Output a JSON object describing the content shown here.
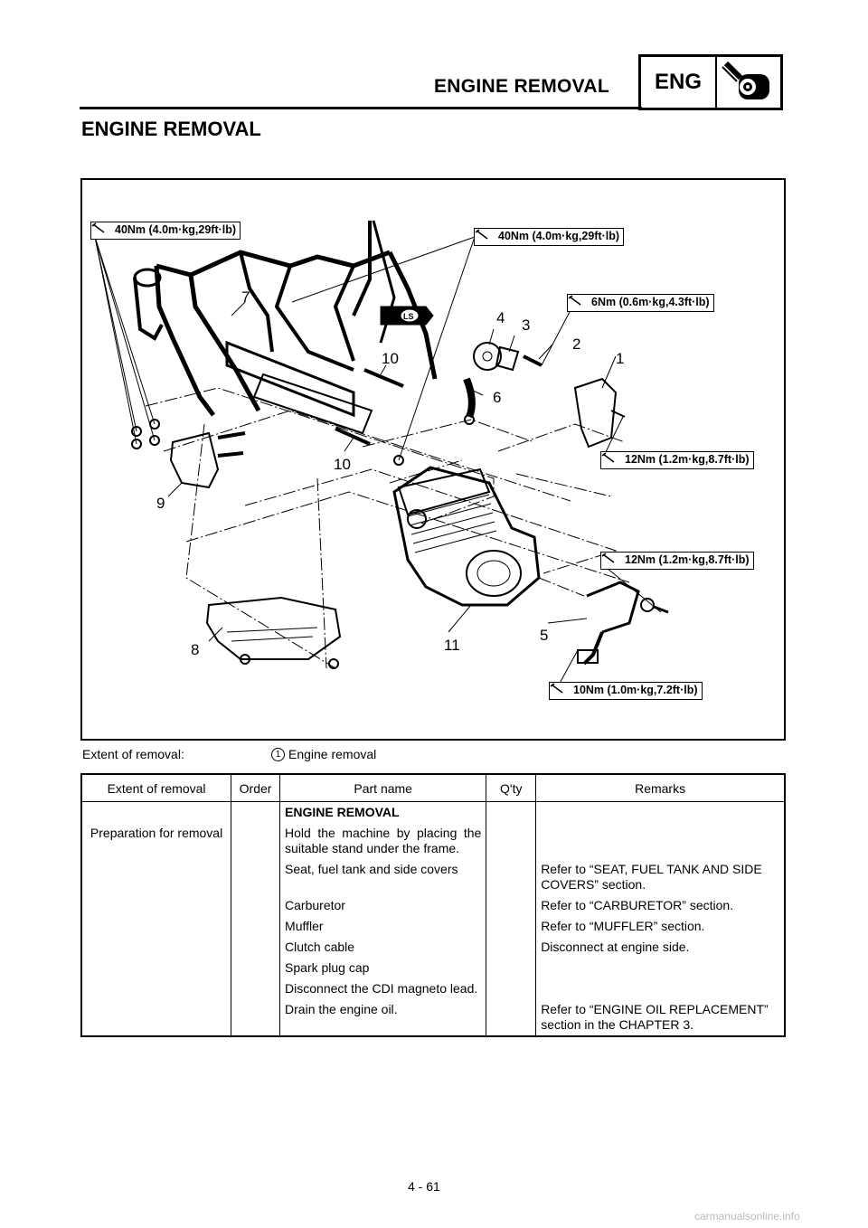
{
  "header": {
    "title": "ENGINE REMOVAL",
    "section_code": "ENG",
    "section_icon": "engine-icon"
  },
  "page_title": "ENGINE REMOVAL",
  "figure": {
    "torque_specs": [
      "40Nm (4.0m·kg,29ft·lb)",
      "40Nm (4.0m·kg,29ft·lb)",
      "6Nm (0.6m·kg,4.3ft·lb)",
      "12Nm (1.2m·kg,8.7ft·lb)",
      "12Nm (1.2m·kg,8.7ft·lb)",
      "10Nm (1.0m·kg,7.2ft·lb)"
    ],
    "callouts": [
      "1",
      "2",
      "3",
      "4",
      "5",
      "6",
      "7",
      "8",
      "9",
      "10",
      "10",
      "11"
    ],
    "grease_mark": "LS"
  },
  "extent": {
    "label": "Extent of removal:",
    "number": "1",
    "value": "Engine removal"
  },
  "table": {
    "headers": [
      "Extent of removal",
      "Order",
      "Part name",
      "Q'ty",
      "Remarks"
    ],
    "heading_row": "ENGINE REMOVAL",
    "extent_cell": "Preparation for removal",
    "rows": [
      {
        "part": "Hold the machine by placing the suitable stand under the frame.",
        "remarks": ""
      },
      {
        "part": "Seat, fuel tank and side covers",
        "remarks": "Refer to “SEAT, FUEL TANK AND SIDE COVERS” section."
      },
      {
        "part": "Carburetor",
        "remarks": "Refer to “CARBURETOR” section."
      },
      {
        "part": "Muffler",
        "remarks": "Refer to “MUFFLER” section."
      },
      {
        "part": "Clutch cable",
        "remarks": "Disconnect at engine side."
      },
      {
        "part": "Spark plug cap",
        "remarks": ""
      },
      {
        "part": "Disconnect the CDI magneto lead.",
        "remarks": ""
      },
      {
        "part": "Drain the engine oil.",
        "remarks": "Refer to “ENGINE OIL REPLACEMENT” section in the CHAPTER 3."
      }
    ]
  },
  "page_number": "4 - 61",
  "watermark": "carmanualsonline.info"
}
